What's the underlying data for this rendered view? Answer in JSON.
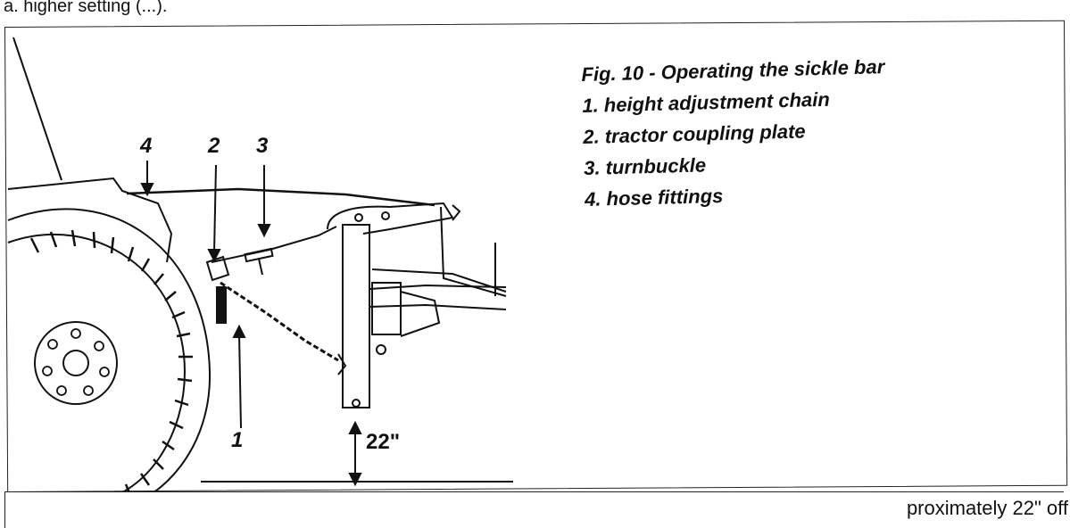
{
  "page": {
    "top_text": "a. higher setting (...).",
    "bottom_text": "proximately 22\" off"
  },
  "figure": {
    "caption": {
      "title": "Fig. 10 - Operating the sickle bar",
      "items": [
        "1. height adjustment chain",
        "2. tractor coupling plate",
        "3. turnbuckle",
        "4. hose fittings"
      ]
    },
    "callouts": {
      "n1": "1",
      "n2": "2",
      "n3": "3",
      "n4": "4"
    },
    "dimension_label": "22\""
  }
}
